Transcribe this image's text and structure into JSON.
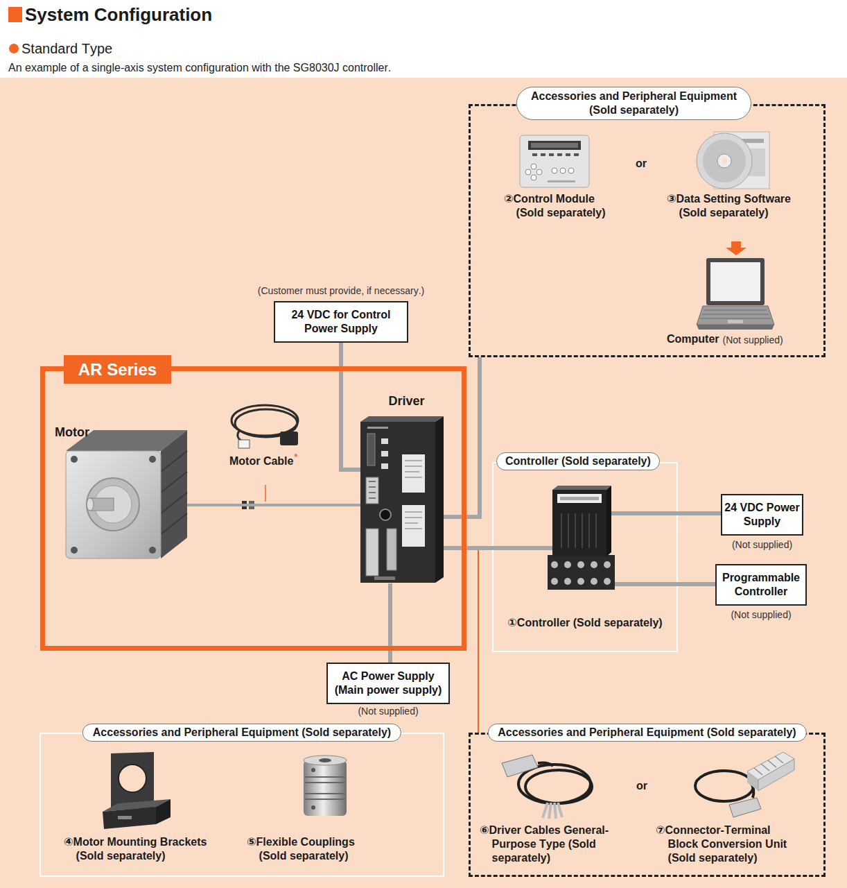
{
  "diagram": {
    "title": "System Configuration",
    "caption": "An example of a single-axis system configuration with the SG8030J controller.",
    "nodes": [
      {
        "text": [
          "Accessories and Peripheral Equipment (Sold separately)"
        ]
      },
      {
        "text": [
          "(Customer must provide, if necessary.)",
          "24 VDC for Control Power Supply"
        ]
      },
      {
        "text": [
          "AR Series"
        ]
      },
      {
        "text": [
          "Motor"
        ],
        "in": 2
      },
      {
        "text": [
          "Driver"
        ],
        "in": 2
      },
      {
        "text": [
          "Controller (Sold separately)",
          "①Controller (Sold separately)"
        ]
      },
      {
        "text": [
          "24 VDC Power Supply",
          "(Not supplied)"
        ]
      },
      {
        "text": [
          "Programmable Controller",
          "(Not supplied)"
        ]
      },
      {
        "text": [
          "AC Power Supply (Main power supply)",
          "(Not supplied)"
        ]
      },
      {
        "text": [
          "Accessories and Peripheral Equipment (Sold separately)"
        ]
      },
      {
        "text": [
          "Accessories and Peripheral Equipment (Sold separately)"
        ]
      }
    ],
    "edges": [
      {
        "from": 1,
        "to": 4,
        "arrow": "none"
      },
      {
        "from": 3,
        "to": 4,
        "arrow": "none"
      },
      {
        "from": 4,
        "to": 0,
        "arrow": "none"
      },
      {
        "from": 4,
        "to": 5,
        "arrow": "none"
      },
      {
        "from": 5,
        "to": 6,
        "arrow": "none"
      },
      {
        "from": 5,
        "to": 7,
        "arrow": "none"
      },
      {
        "from": 4,
        "to": 8,
        "arrow": "none"
      },
      {
        "from": 4,
        "to": 10,
        "arrow": "none"
      }
    ],
    "labels": [
      "Standard Type",
      "②Control Module (Sold separately)",
      "or",
      "③Data Setting Software (Sold separately)",
      "Computer",
      "(Not supplied)",
      "Motor Cable",
      "*",
      "④Motor Mounting Brackets (Sold separately)",
      "⑤Flexible Couplings (Sold separately)",
      "⑥Driver Cables General-Purpose Type (Sold separately)",
      "or",
      "⑦Connector-Terminal Block Conversion Unit (Sold separately)"
    ]
  }
}
